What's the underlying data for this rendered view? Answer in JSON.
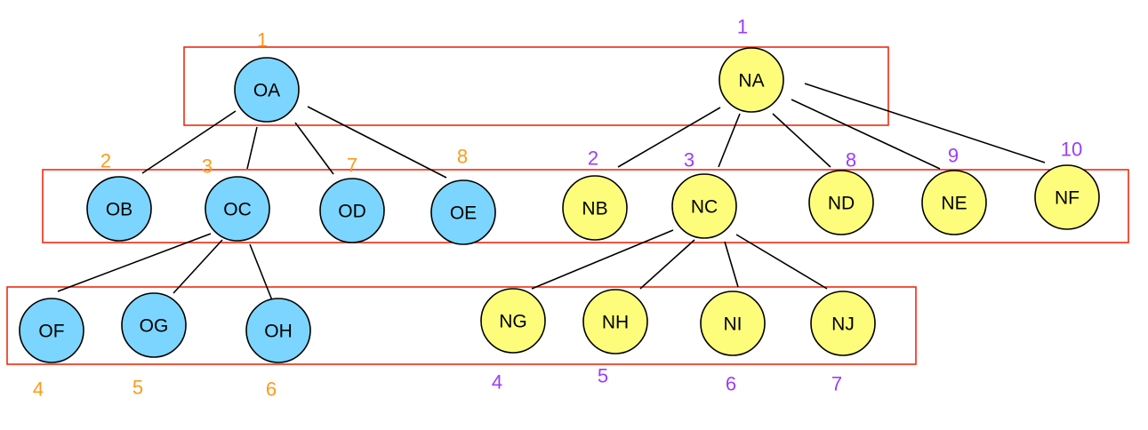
{
  "colors": {
    "old_fill": "#7bd5fe",
    "new_fill": "#fefd7b",
    "old_order": "#ff9a1a",
    "new_order": "#9b3cff",
    "box": "#f22a10",
    "edge": "#000000"
  },
  "old_tree": {
    "nodes": [
      "OA",
      "OB",
      "OC",
      "OD",
      "OE",
      "OF",
      "OG",
      "OH"
    ],
    "edges": [
      [
        "OA",
        "OB"
      ],
      [
        "OA",
        "OC"
      ],
      [
        "OA",
        "OD"
      ],
      [
        "OA",
        "OE"
      ],
      [
        "OC",
        "OF"
      ],
      [
        "OC",
        "OG"
      ],
      [
        "OC",
        "OH"
      ]
    ],
    "order_labels": {
      "OA": "1",
      "OB": "2",
      "OC": "3",
      "OD": "7",
      "OE": "8",
      "OF": "4",
      "OG": "5",
      "OH": "6"
    }
  },
  "new_tree": {
    "nodes": [
      "NA",
      "NB",
      "NC",
      "ND",
      "NE",
      "NF",
      "NG",
      "NH",
      "NI",
      "NJ"
    ],
    "edges": [
      [
        "NA",
        "NB"
      ],
      [
        "NA",
        "NC"
      ],
      [
        "NA",
        "ND"
      ],
      [
        "NA",
        "NE"
      ],
      [
        "NA",
        "NF"
      ],
      [
        "NC",
        "NG"
      ],
      [
        "NC",
        "NH"
      ],
      [
        "NC",
        "NI"
      ],
      [
        "NC",
        "NJ"
      ]
    ],
    "order_labels": {
      "NA": "1",
      "NB": "2",
      "NC": "3",
      "ND": "8",
      "NE": "9",
      "NF": "10",
      "NG": "4",
      "NH": "5",
      "NI": "6",
      "NJ": "7"
    }
  },
  "level_boxes": [
    "level-1",
    "level-2",
    "level-3"
  ]
}
